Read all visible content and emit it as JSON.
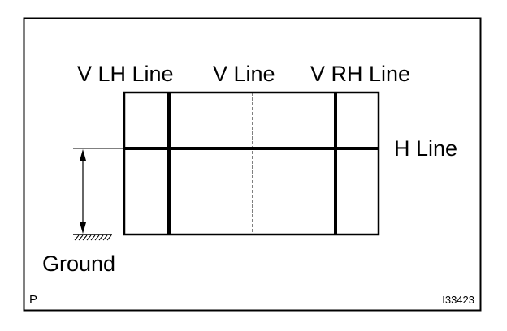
{
  "labels": {
    "v_lh_line": "V LH Line",
    "v_line": "V Line",
    "v_rh_line": "V RH Line",
    "h_line": "H Line",
    "ground": "Ground",
    "corner_mark": "P",
    "figure_code": "I33423"
  },
  "colors": {
    "ink": "#000000",
    "background": "#ffffff"
  }
}
